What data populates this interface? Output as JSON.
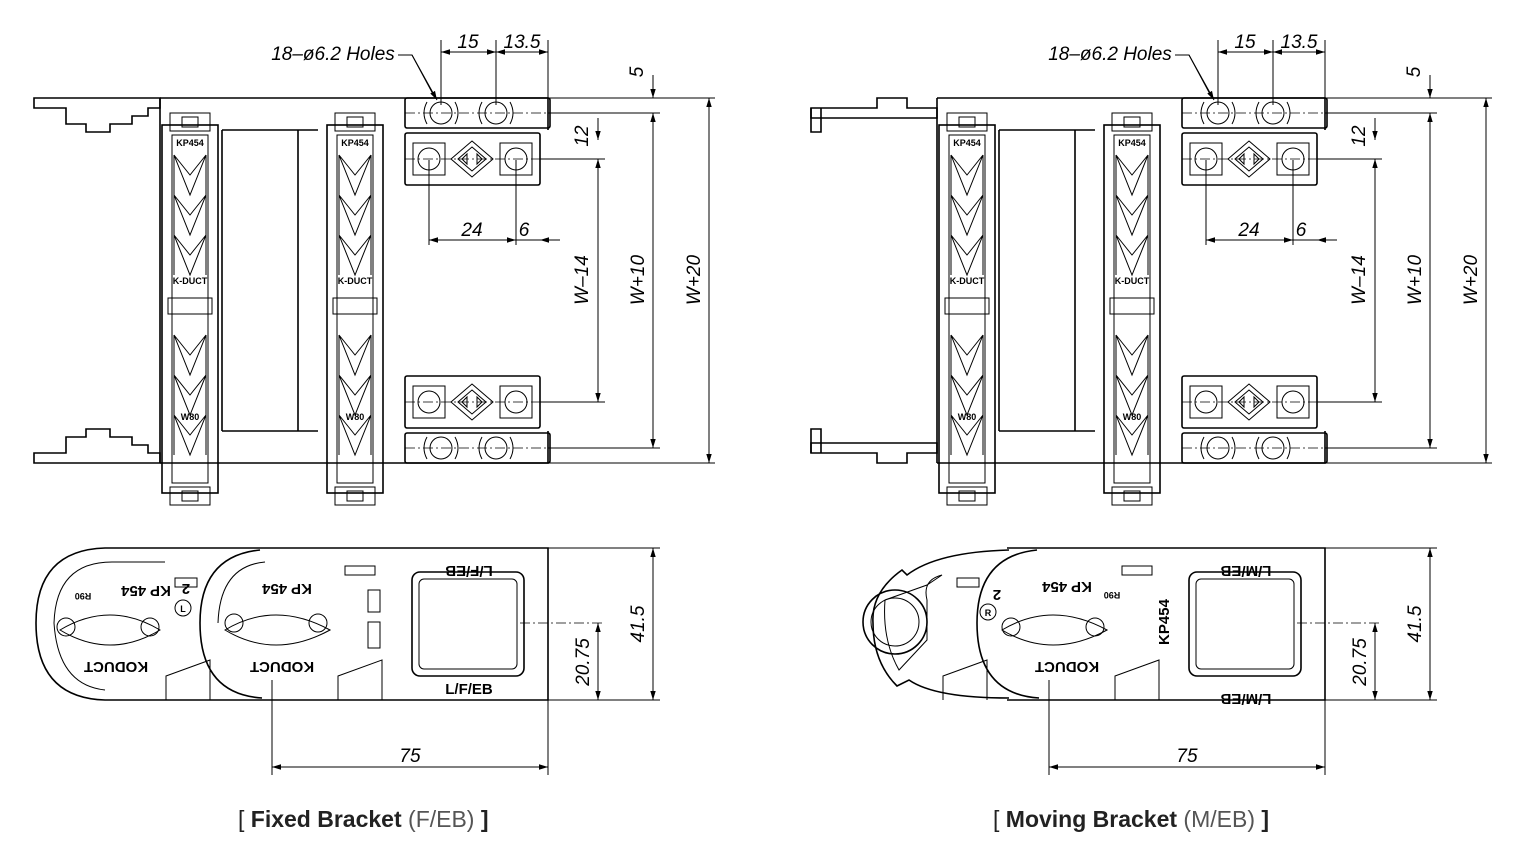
{
  "views": [
    {
      "id": "fixed",
      "caption": {
        "open": "[ ",
        "bold": "Fixed Bracket",
        "sub": " (F/EB) ",
        "close": "]"
      },
      "dims": {
        "holes": "18–ø6.2 Holes",
        "d15": "15",
        "d135": "13.5",
        "d5": "5",
        "d12": "12",
        "d24": "24",
        "d6": "6",
        "wm14": "W–14",
        "wp10": "W+10",
        "wp20": "W+20",
        "d415": "41.5",
        "d2075": "20.75",
        "d75": "75"
      },
      "marks": {
        "top_label": "L/F/EB",
        "bottom_label": "L/F/EB",
        "kp_a": "KP 454",
        "kp_b": "KP 454",
        "duct_a": "KODUCT",
        "duct_b": "KODUCT",
        "r90": "R90",
        "l": "L",
        "two": "2",
        "kp_top": "KP454",
        "kduct_mid": "K-DUCT",
        "w80": "W80"
      }
    },
    {
      "id": "moving",
      "caption": {
        "open": "[ ",
        "bold": "Moving Bracket",
        "sub": " (M/EB) ",
        "close": "]"
      },
      "dims": {
        "holes": "18–ø6.2 Holes",
        "d15": "15",
        "d135": "13.5",
        "d5": "5",
        "d12": "12",
        "d24": "24",
        "d6": "6",
        "wm14": "W–14",
        "wp10": "W+10",
        "wp20": "W+20",
        "d415": "41.5",
        "d2075": "20.75",
        "d75": "75"
      },
      "marks": {
        "top_label": "L/M/EB",
        "bottom_label": "L/M/EB",
        "kp_a": "KP 454",
        "kp_side": "KP454",
        "duct_a": "KODUCT",
        "r90": "R90",
        "r": "R",
        "two": "2",
        "kp_top": "KP454",
        "kduct_mid": "K-DUCT",
        "w80": "W80"
      }
    }
  ]
}
